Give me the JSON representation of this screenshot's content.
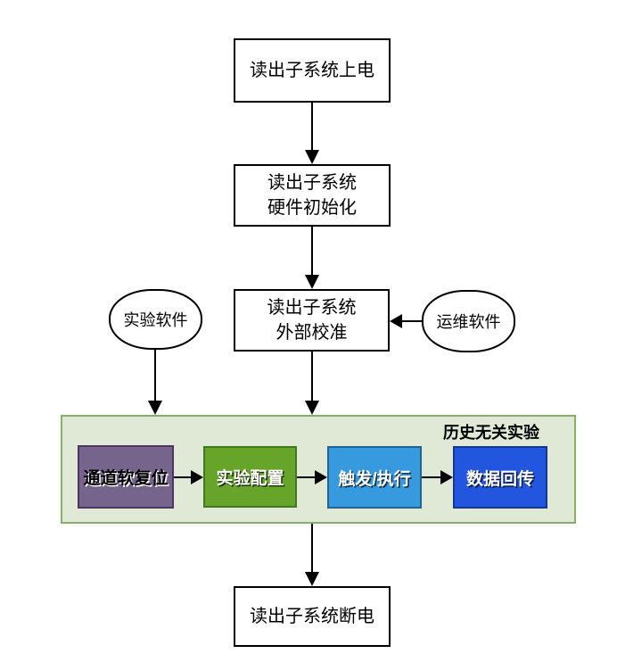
{
  "flowchart": {
    "nodes": {
      "power_on": "读出子系统上电",
      "hw_init": "读出子系统\n硬件初始化",
      "external_calibration": "读出子系统\n外部校准",
      "experiment_software": "实验软件",
      "ops_software": "运维软件",
      "channel_soft_reset": "通道软复位",
      "experiment_config": "实验配置",
      "trigger_execute": "触发/执行",
      "data_upload": "数据回传",
      "power_off": "读出子系统断电"
    },
    "container_label": "历史无关实验",
    "colors": {
      "page_background": "#ffffff",
      "node_border": "#000000",
      "arrow": "#000000",
      "container_fill": "#dfe9d5",
      "container_border": "#89ad6d",
      "channel_soft_reset_fill": "#77648d",
      "channel_soft_reset_border": "#4a3863",
      "experiment_config_fill": "#66a42a",
      "experiment_config_border": "#40791f",
      "trigger_execute_fill": "#379ade",
      "trigger_execute_border": "#20648f",
      "data_upload_fill": "#2356de",
      "data_upload_border": "#14388c"
    }
  }
}
